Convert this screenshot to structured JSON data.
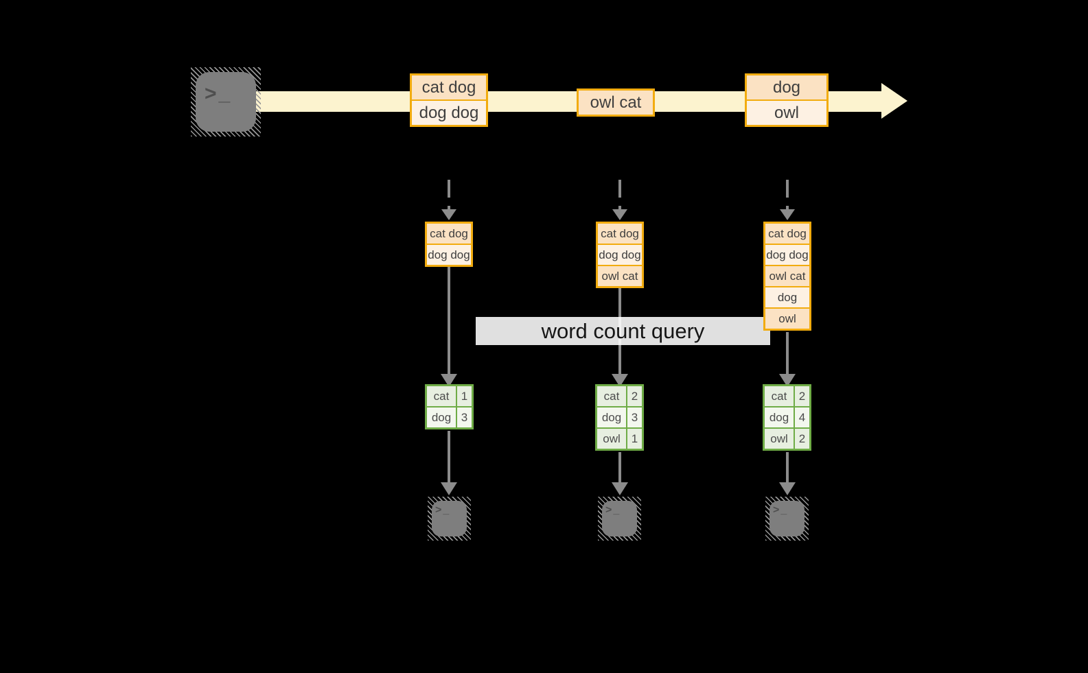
{
  "colors": {
    "background": "#000000",
    "stream_band": "#FCF3CF",
    "box_border": "#F2AC0F",
    "box_fill_dark": "#FBE2C3",
    "box_fill_light": "#FDF1E3",
    "table_border": "#6FAC46",
    "table_fill_dark": "#E7EFE0",
    "table_fill_light": "#F3F7EE",
    "arrow_gray": "#8C8C8C",
    "terminal_gray": "#7E7E7E"
  },
  "source_terminal": {
    "prompt": ">_"
  },
  "stream_batches": [
    {
      "rows": [
        "cat dog",
        "dog dog"
      ]
    },
    {
      "rows": [
        "owl cat"
      ]
    },
    {
      "rows": [
        "dog",
        "owl"
      ]
    }
  ],
  "query_label": "word count query",
  "columns": [
    {
      "state_rows": [
        "cat dog",
        "dog dog"
      ],
      "counts": [
        {
          "word": "cat",
          "value": "1"
        },
        {
          "word": "dog",
          "value": "3"
        }
      ],
      "terminal_prompt": ">_"
    },
    {
      "state_rows": [
        "cat dog",
        "dog dog",
        "owl cat"
      ],
      "counts": [
        {
          "word": "cat",
          "value": "2"
        },
        {
          "word": "dog",
          "value": "3"
        },
        {
          "word": "owl",
          "value": "1"
        }
      ],
      "terminal_prompt": ">_"
    },
    {
      "state_rows": [
        "cat dog",
        "dog dog",
        "owl cat",
        "dog",
        "owl"
      ],
      "counts": [
        {
          "word": "cat",
          "value": "2"
        },
        {
          "word": "dog",
          "value": "4"
        },
        {
          "word": "owl",
          "value": "2"
        }
      ],
      "terminal_prompt": ">_"
    }
  ]
}
